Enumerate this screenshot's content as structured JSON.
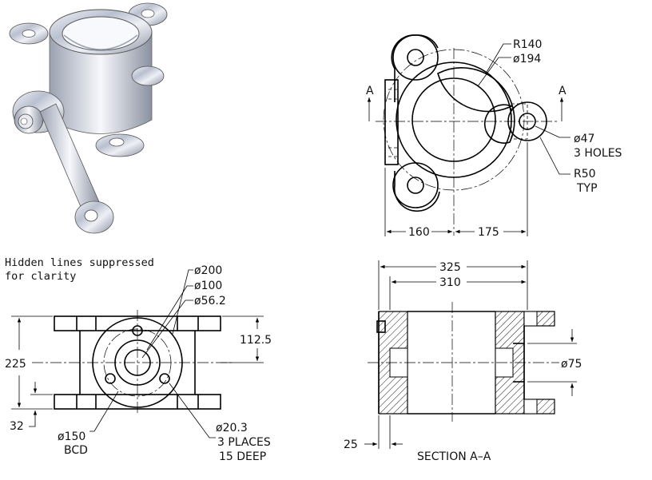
{
  "top_view": {
    "r_label": "R140",
    "dia_label": "ø194",
    "hole_dia_label": "ø47",
    "hole_count_label": "3 HOLES",
    "radius_label": "R50",
    "radius_note": "TYP",
    "dim_left": "160",
    "dim_right": "175",
    "section_mark": "A"
  },
  "front_view": {
    "note_line1": "Hidden lines suppressed",
    "note_line2": "for clarity",
    "dia_outer": "ø200",
    "dia_mid": "ø100",
    "dia_inner": "ø56.2",
    "height": "225",
    "half_height": "112.5",
    "flange": "32",
    "bcd_dia": "ø150",
    "bcd_label": "BCD",
    "hole_dia": "ø20.3",
    "hole_places": "3 PLACES",
    "hole_depth": "15 DEEP"
  },
  "section_view": {
    "width_overall": "325",
    "width_body": "310",
    "bore_dia": "ø75",
    "wall": "25",
    "title": "SECTION A–A"
  }
}
